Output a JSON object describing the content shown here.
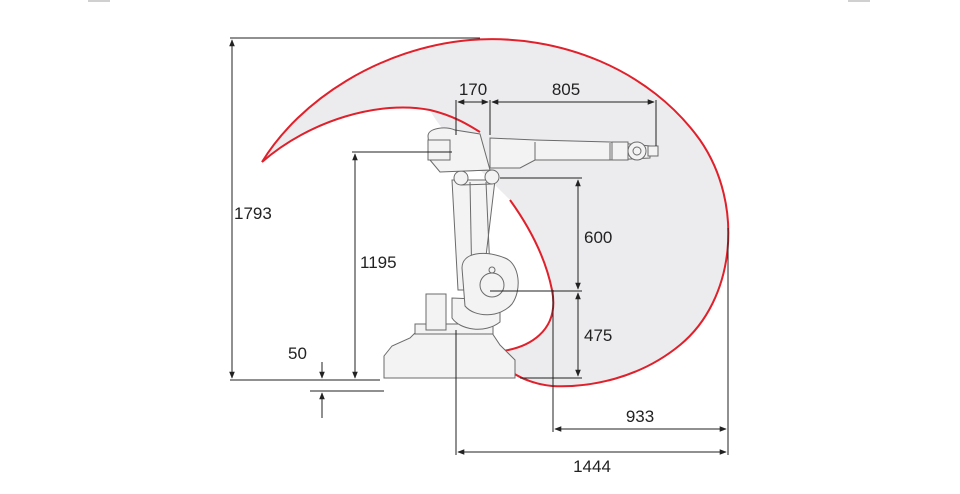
{
  "colors": {
    "envelope_line": "#e0202a",
    "envelope_fill": "#ececef",
    "robot_outline": "#6b6b6b",
    "dimension_line": "#222222",
    "background": "#ffffff"
  },
  "dimensions": {
    "total_height": "1793",
    "arm_offset": "170",
    "arm_length": "805",
    "shoulder_height": "1195",
    "base_offset": "50",
    "upper_link": "600",
    "lower_link": "475",
    "rear_reach": "933",
    "max_reach": "1444"
  }
}
